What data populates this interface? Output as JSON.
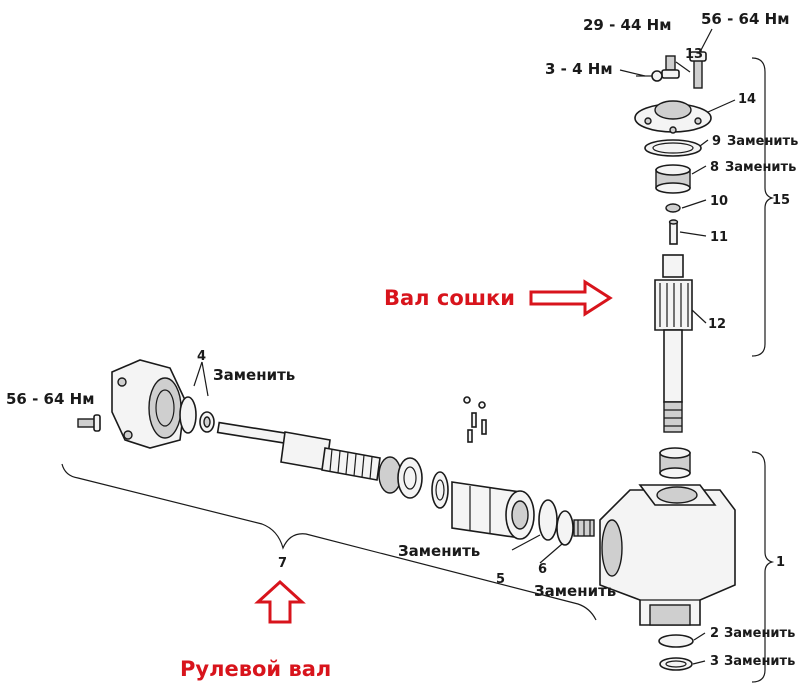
{
  "title_shaft_sector": "Вал сошки",
  "title_steering_shaft": "Рулевой вал",
  "torques": {
    "t13": "29 - 44 Нм",
    "t_top_right": "56 - 64 Нм",
    "t_small": "3 - 4 Нм",
    "t_left": "56 - 64 Нм"
  },
  "numbers": {
    "n1": "1",
    "n2": "2",
    "n3": "3",
    "n4": "4",
    "n5": "5",
    "n6": "6",
    "n7": "7",
    "n8": "8",
    "n9": "9",
    "n10": "10",
    "n11": "11",
    "n12": "12",
    "n13": "13",
    "n14": "14",
    "n15": "15"
  },
  "replace": {
    "r2": "Заменить",
    "r3": "Заменить",
    "r4": "Заменить",
    "r5": "Заменить",
    "r6": "Заменить",
    "r8": "Заменить",
    "r9": "Заменить"
  },
  "colors": {
    "arrow": "#d8141c",
    "ink": "#1a1a1a"
  }
}
